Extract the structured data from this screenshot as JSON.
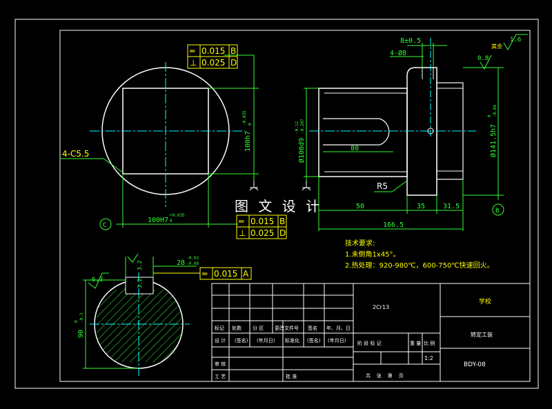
{
  "watermark": "图 文 设 计",
  "front_view": {
    "tol1_sym": "═",
    "tol1_val": "0.015",
    "tol1_ref": "B",
    "tol2_sym": "⊥",
    "tol2_val": "0.025",
    "tol2_ref": "D",
    "tol3_sym": "═",
    "tol3_val": "0.015",
    "tol3_ref": "B",
    "tol4_sym": "⊥",
    "tol4_val": "0.025",
    "tol4_ref": "D",
    "chamfer": "4-C5.5",
    "dim_vertical": "100h7",
    "dim_vertical_tol": "-0.035",
    "dim_vertical_tol_top": "0",
    "dim_horizontal": "100H7",
    "dim_horizontal_tol": "+0.035",
    "dim_horizontal_tol_bottom": "0",
    "datum_c": "C"
  },
  "side_view": {
    "dim_hole": "4-Ø8",
    "dim_tol": "8±0.5",
    "roughness_top": "1.6",
    "roughness_top_label": "其余",
    "roughness_side": "0.8",
    "dim_shaft": "Ø100d9",
    "dim_shaft_tol_top": "-0.12",
    "dim_shaft_tol_bottom": "-0.207",
    "dim_slot": "80",
    "dim_flange": "Ø141.5h7",
    "dim_flange_tol": "-0.04",
    "dim_flange_tol_top": "0",
    "radius": "R5",
    "dim_50": "50",
    "dim_35": "35",
    "dim_315": "31.5",
    "dim_total": "166.5",
    "datum_b": "B"
  },
  "tech_notes": {
    "title": "技术要求:",
    "line1": "1.未倒角1x45°。",
    "line2": "2.热处理：920-980℃，600-750℃快速回火。"
  },
  "section_view": {
    "roughness": "6.3",
    "roughness2": "3.2",
    "roughness3": "3.2",
    "dim_key": "28",
    "dim_key_tol_top": "-0.03",
    "dim_key_tol_bottom": "-0.08",
    "tol_sym": "═",
    "tol_val": "0.015",
    "tol_ref": "A",
    "dim_height": "90",
    "dim_height_tol_top": "0",
    "dim_height_tol_bottom": "-0.2"
  },
  "title_block": {
    "material": "2Cr13",
    "school": "学校",
    "part_name": "转定工装",
    "drawing_no": "BDY-08",
    "scale": "1:2",
    "h_mark": "标记",
    "h_count": "处数",
    "h_zone": "分 区",
    "h_change": "更改文件号",
    "h_sign": "签名",
    "h_date": "年、月、日",
    "r_design": "设 计",
    "r_sign1": "(签名)",
    "r_date1": "(年月日)",
    "r_standard": "标准化",
    "r_sign2": "(签名)",
    "r_date2": "(年月日)",
    "r_stage": "阶 段 标 记",
    "r_weight": "重 量",
    "r_ratio": "比 例",
    "r_review": "审 核",
    "r_process": "工 艺",
    "r_approve": "批 准",
    "r_sheets": "共    张    第    页"
  }
}
